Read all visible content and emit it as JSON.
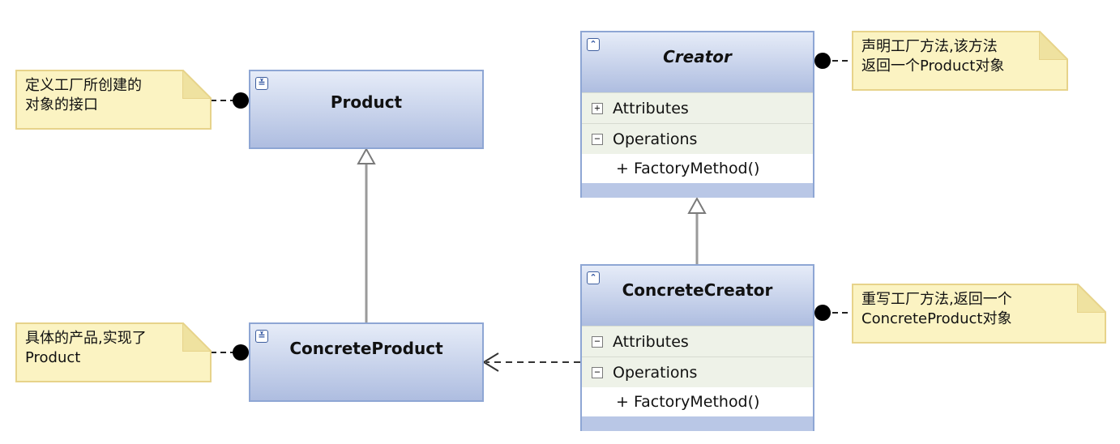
{
  "classes": {
    "product": {
      "name": "Product",
      "toggle": "≚"
    },
    "concrete_product": {
      "name": "ConcreteProduct",
      "toggle": "≚"
    },
    "creator": {
      "name": "Creator",
      "toggle": "⌃",
      "attributes_label": "Attributes",
      "operations_label": "Operations",
      "operations": [
        "+ FactoryMethod()"
      ]
    },
    "concrete_creator": {
      "name": "ConcreteCreator",
      "toggle": "⌃",
      "attributes_label": "Attributes",
      "operations_label": "Operations",
      "operations": [
        "+ FactoryMethod()"
      ]
    }
  },
  "notes": {
    "product_note": [
      "定义工厂所创建的",
      "对象的接口"
    ],
    "concrete_product_note": [
      "具体的产品,实现了",
      "Product"
    ],
    "creator_note": [
      "声明工厂方法,该方法",
      "返回一个Product对象"
    ],
    "concrete_creator_note": [
      "重写工厂方法,返回一个",
      "ConcreteProduct对象"
    ]
  },
  "colors": {
    "class_border": "#8ea6d4",
    "header_gradient_top": "#e6ecf8",
    "header_gradient_bottom": "#aebde0",
    "note_fill": "#fbf3c2",
    "note_border": "#e7d38a",
    "connector": "#555555"
  }
}
